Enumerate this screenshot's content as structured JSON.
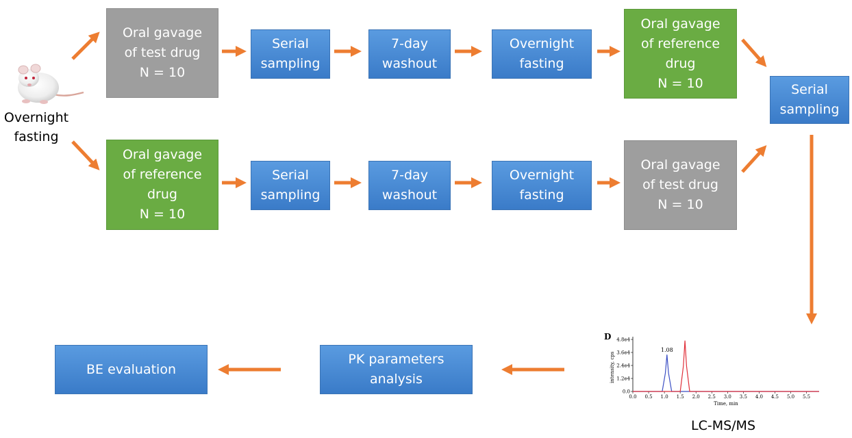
{
  "start": {
    "label": "Overnight\nfasting"
  },
  "top_row": [
    {
      "text": "Oral gavage\nof test drug\nN = 10"
    },
    {
      "text": "Serial\nsampling"
    },
    {
      "text": "7-day\nwashout"
    },
    {
      "text": "Overnight\nfasting"
    },
    {
      "text": "Oral gavage\nof reference\ndrug\nN = 10"
    }
  ],
  "bottom_row": [
    {
      "text": "Oral gavage\nof reference\ndrug\nN = 10"
    },
    {
      "text": "Serial\nsampling"
    },
    {
      "text": "7-day\nwashout"
    },
    {
      "text": "Overnight\nfasting"
    },
    {
      "text": "Oral gavage\nof test drug\nN = 10"
    }
  ],
  "final_sampling": {
    "text": "Serial\nsampling"
  },
  "pk_analysis": {
    "text": "PK parameters\nanalysis"
  },
  "be_evaluation": {
    "text": "BE evaluation"
  },
  "lcms": {
    "caption": "LC-MS/MS",
    "panel_letter": "D",
    "ylabel": "intensity, cps",
    "xlabel": "Time, min",
    "yticks": [
      "0.0",
      "1.2e4",
      "2.4e4",
      "3.6e4",
      "4.8e4"
    ],
    "xticks": [
      "0.0",
      "0.5",
      "1.0",
      "1.5",
      "2.0",
      "2.5",
      "3.0",
      "3.5",
      "4.0",
      "4.5",
      "5.0",
      "5.5"
    ],
    "peak_label": "1.08",
    "chart_data": {
      "type": "line",
      "xlim": [
        0,
        5.9
      ],
      "ylim": [
        0,
        48000
      ],
      "series": [
        {
          "color": "#3b4fc4",
          "peak_x": 1.08,
          "peak_y": 34000
        },
        {
          "color": "#e0303a",
          "peak_x": 1.65,
          "peak_y": 47000
        }
      ]
    }
  },
  "colors": {
    "blue_box": "#4a8bd6",
    "gray_box": "#9e9e9e",
    "green_box": "#6aac43",
    "arrow": "#ed7d31"
  }
}
